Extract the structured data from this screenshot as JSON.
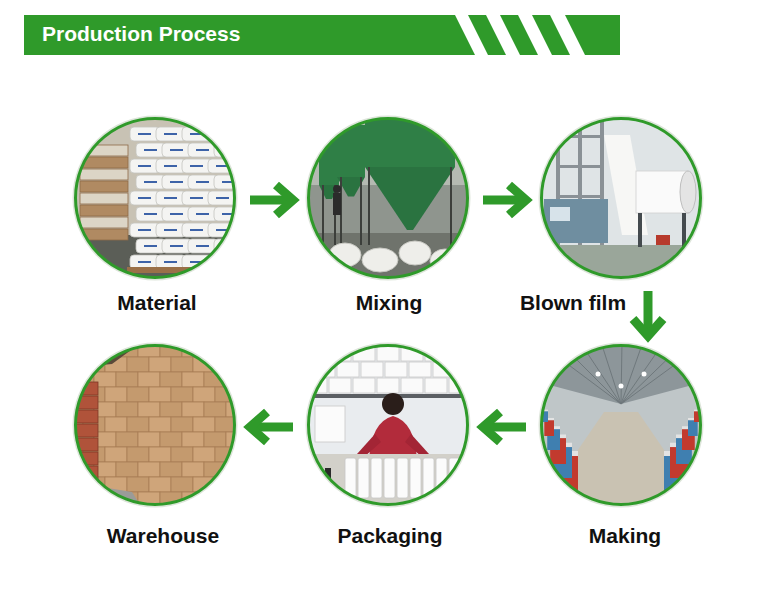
{
  "diagram": {
    "title": "Production Process",
    "nodes": [
      {
        "text": [
          "Material"
        ]
      },
      {
        "text": [
          "Mixing"
        ]
      },
      {
        "text": [
          "Blown film"
        ]
      },
      {
        "text": [
          "Making"
        ]
      },
      {
        "text": [
          "Packaging"
        ]
      },
      {
        "text": [
          "Warehouse"
        ]
      }
    ],
    "edges": [
      {
        "from": 0,
        "to": 1,
        "arrow": "to"
      },
      {
        "from": 1,
        "to": 2,
        "arrow": "to"
      },
      {
        "from": 2,
        "to": 3,
        "arrow": "to"
      },
      {
        "from": 3,
        "to": 4,
        "arrow": "to"
      },
      {
        "from": 4,
        "to": 5,
        "arrow": "to"
      }
    ]
  }
}
